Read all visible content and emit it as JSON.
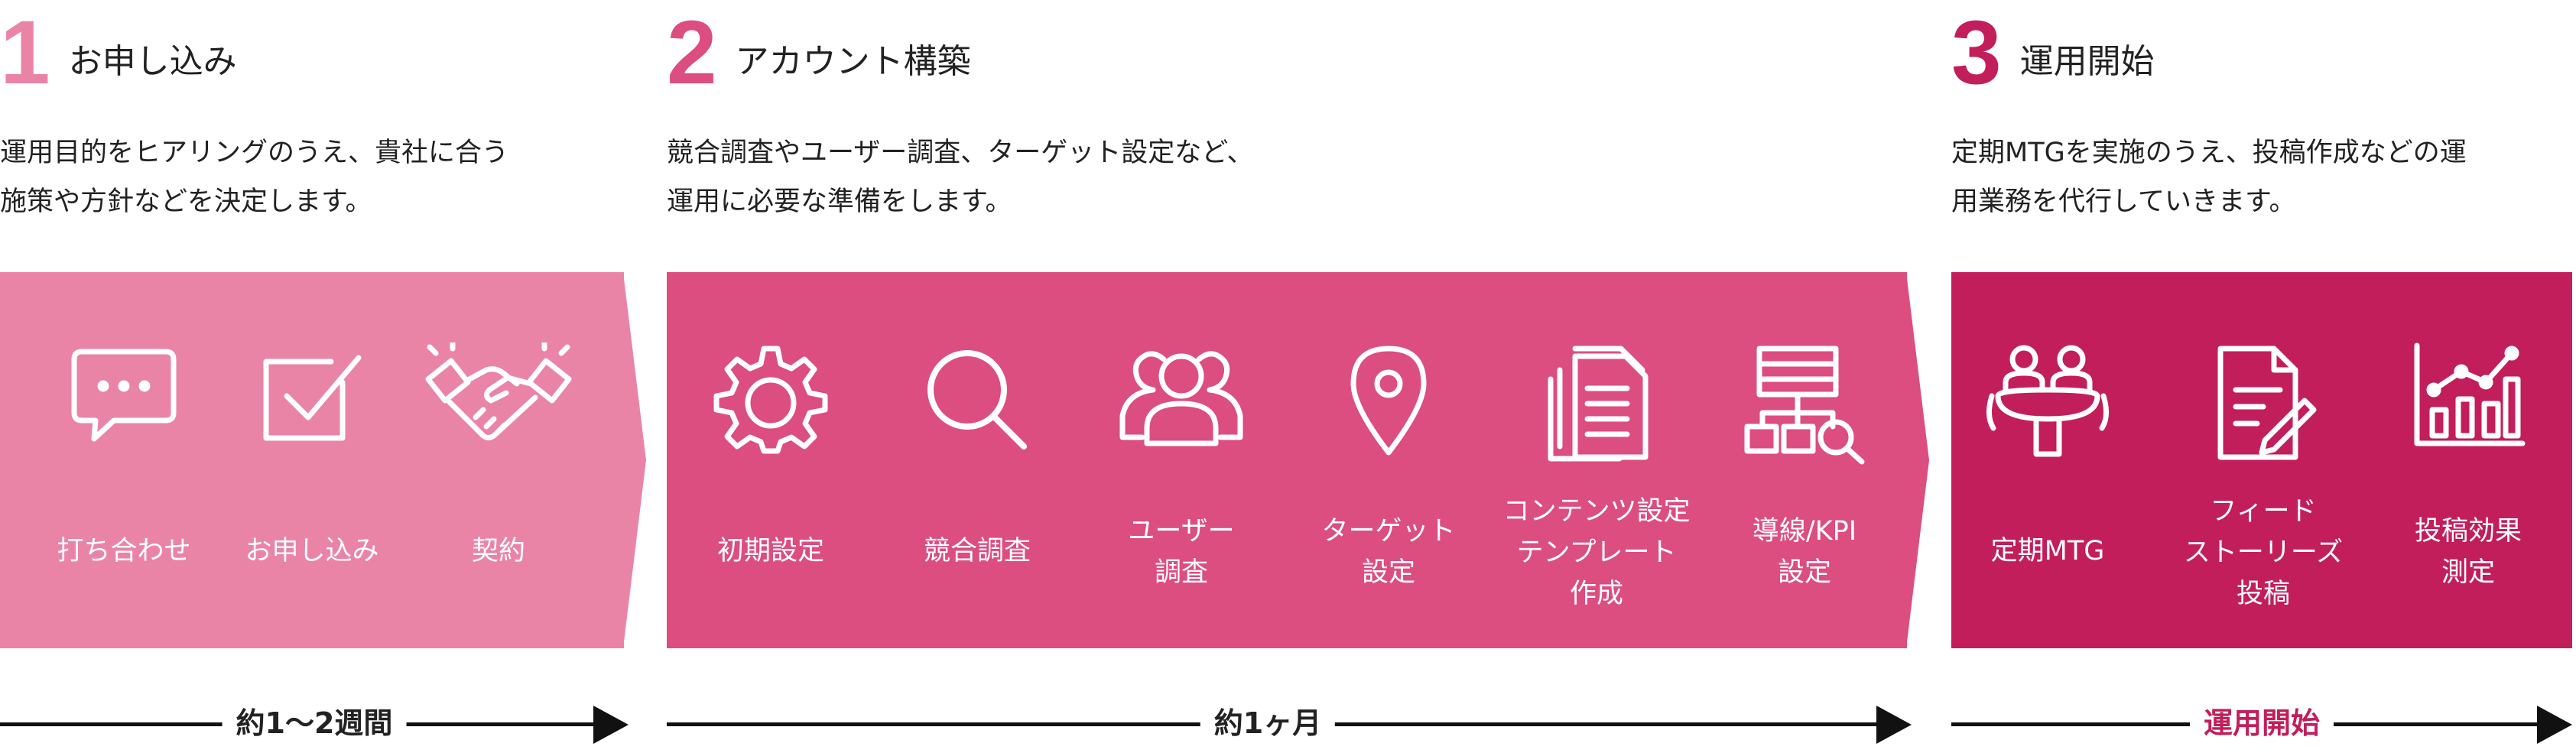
{
  "colors": {
    "step1": "#ea84a6",
    "step2": "#dc4d80",
    "step3": "#c21e5b",
    "timeline_accent": "#c21e5b"
  },
  "steps": [
    {
      "number": "1",
      "title": "お申し込み",
      "desc": [
        "運用目的をヒアリングのうえ、貴社に合う",
        "施策や方針などを決定します。"
      ],
      "items": [
        {
          "icon": "chat-bubble-icon",
          "label": [
            "打ち合わせ"
          ]
        },
        {
          "icon": "checkbox-icon",
          "label": [
            "お申し込み"
          ]
        },
        {
          "icon": "handshake-icon",
          "label": [
            "契約"
          ]
        }
      ],
      "duration": "約1〜2週間"
    },
    {
      "number": "2",
      "title": "アカウント構築",
      "desc": [
        "競合調査やユーザー調査、ターゲット設定など、",
        "運用に必要な準備をします。"
      ],
      "items": [
        {
          "icon": "gear-icon",
          "label": [
            "初期設定"
          ]
        },
        {
          "icon": "magnifier-icon",
          "label": [
            "競合調査"
          ]
        },
        {
          "icon": "users-icon",
          "label": [
            "ユーザー",
            "調査"
          ]
        },
        {
          "icon": "map-pin-icon",
          "label": [
            "ターゲット",
            "設定"
          ]
        },
        {
          "icon": "documents-icon",
          "label": [
            "コンテンツ設定",
            "テンプレート",
            "作成"
          ]
        },
        {
          "icon": "sitemap-search-icon",
          "label": [
            "導線/KPI",
            "設定"
          ]
        }
      ],
      "duration": "約1ヶ月"
    },
    {
      "number": "3",
      "title": "運用開始",
      "desc": [
        "定期MTGを実施のうえ、投稿作成などの運",
        "用業務を代行していきます。"
      ],
      "items": [
        {
          "icon": "meeting-table-icon",
          "label": [
            "定期MTG"
          ]
        },
        {
          "icon": "document-edit-icon",
          "label": [
            "フィード",
            "ストーリーズ",
            "投稿"
          ]
        },
        {
          "icon": "bar-chart-icon",
          "label": [
            "投稿効果",
            "測定"
          ]
        }
      ],
      "duration": "運用開始"
    }
  ]
}
